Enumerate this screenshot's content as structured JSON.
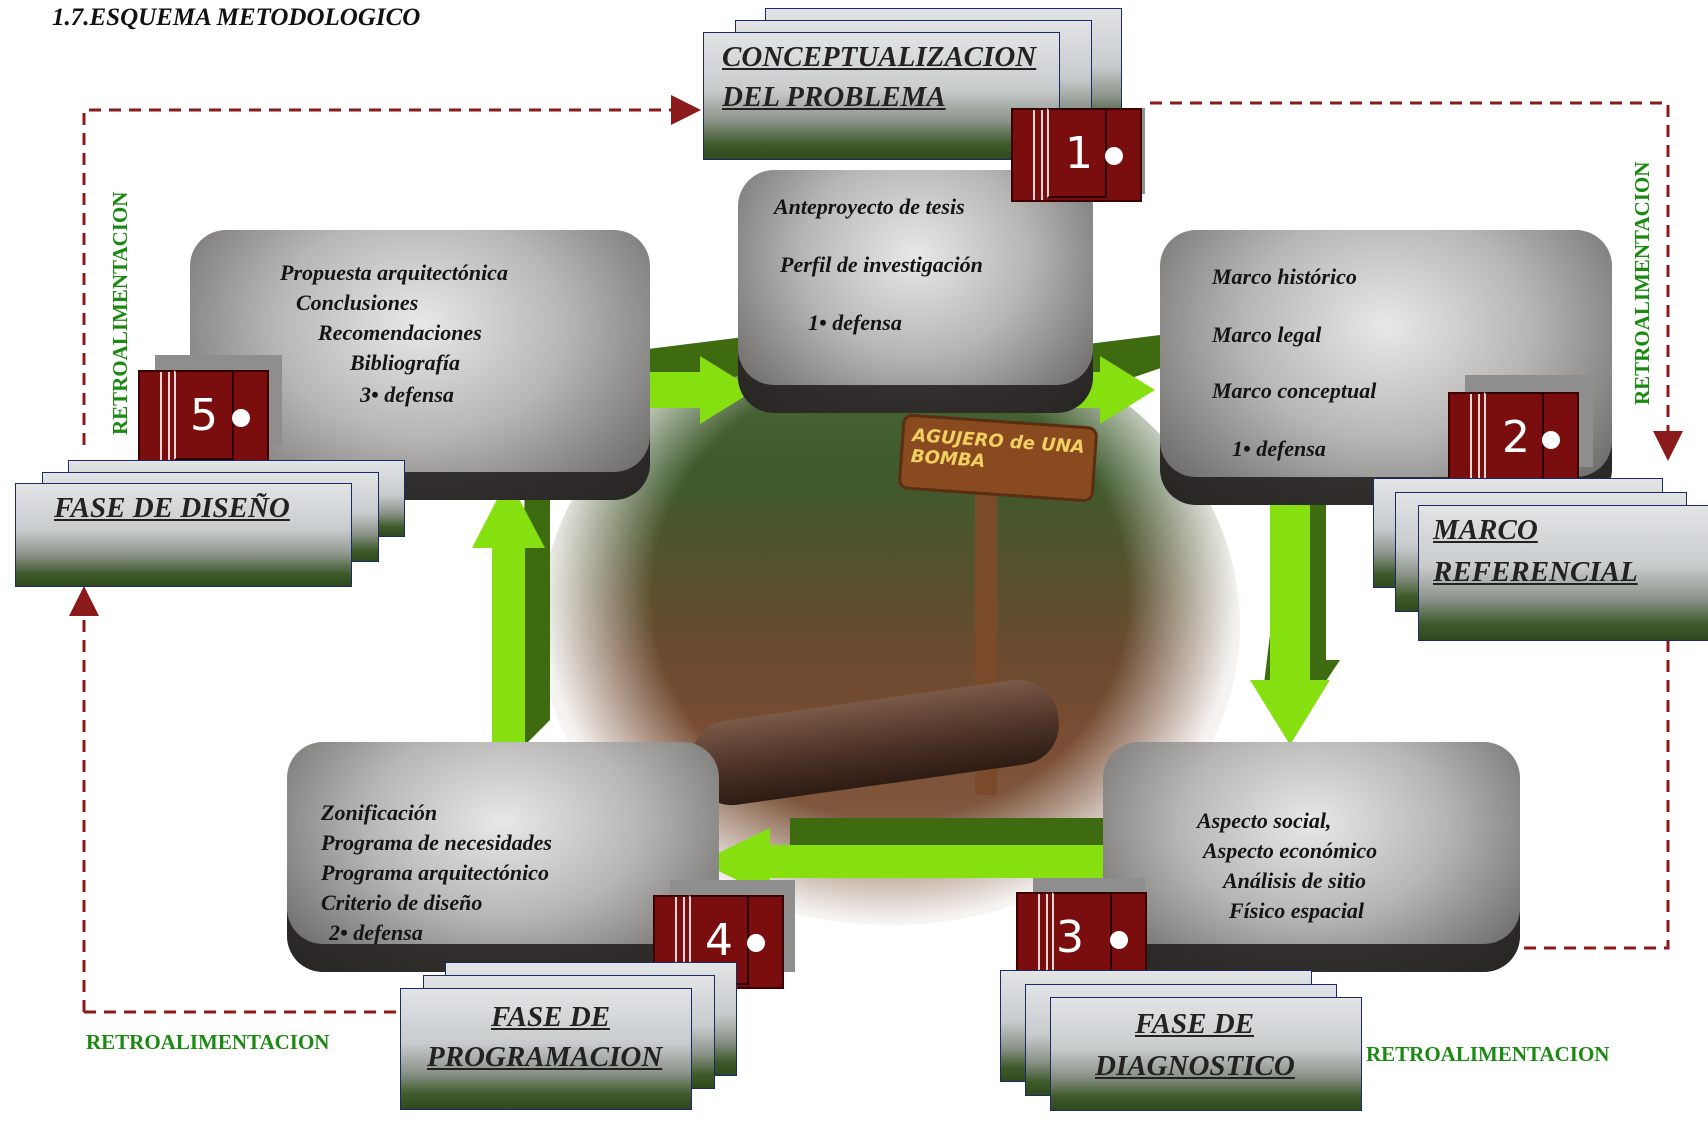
{
  "title": "1.7.ESQUEMA METODOLOGICO",
  "colors": {
    "badge": "#7a0d0d",
    "feedback_line": "#8b1a1a",
    "arrow_light": "#86e010",
    "arrow_dark": "#3e6a10",
    "retro_text": "#1a8a10"
  },
  "phases": [
    {
      "number": "1",
      "label_lines": [
        "CONCEPTUALIZACION",
        "DEL PROBLEMA"
      ],
      "box_lines": [
        "Anteproyecto de tesis",
        "Perfil de investigación",
        "1• defensa"
      ]
    },
    {
      "number": "2",
      "label_lines": [
        "MARCO",
        "REFERENCIAL"
      ],
      "box_lines": [
        "Marco histórico",
        "Marco legal",
        "Marco conceptual",
        "1• defensa"
      ]
    },
    {
      "number": "3",
      "label_lines": [
        "FASE DE",
        "DIAGNOSTICO"
      ],
      "box_lines": [
        "Aspecto social,",
        "Aspecto económico",
        "Análisis de sitio",
        "Físico espacial"
      ]
    },
    {
      "number": "4",
      "label_lines": [
        "FASE DE",
        "PROGRAMACION"
      ],
      "box_lines": [
        "Zonificación",
        "Programa  de necesidades",
        "Programa arquitectónico",
        "Criterio de diseño",
        "2• defensa"
      ]
    },
    {
      "number": "5",
      "label_lines": [
        "FASE DE DISEÑO"
      ],
      "box_lines": [
        "Propuesta arquitectónica",
        "Conclusiones",
        "Recomendaciones",
        "Bibliografía",
        "3• defensa"
      ]
    }
  ],
  "feedback_label": "RETROALIMENTACION",
  "photo_sign": "AGUJERO de UNA BOMBA"
}
